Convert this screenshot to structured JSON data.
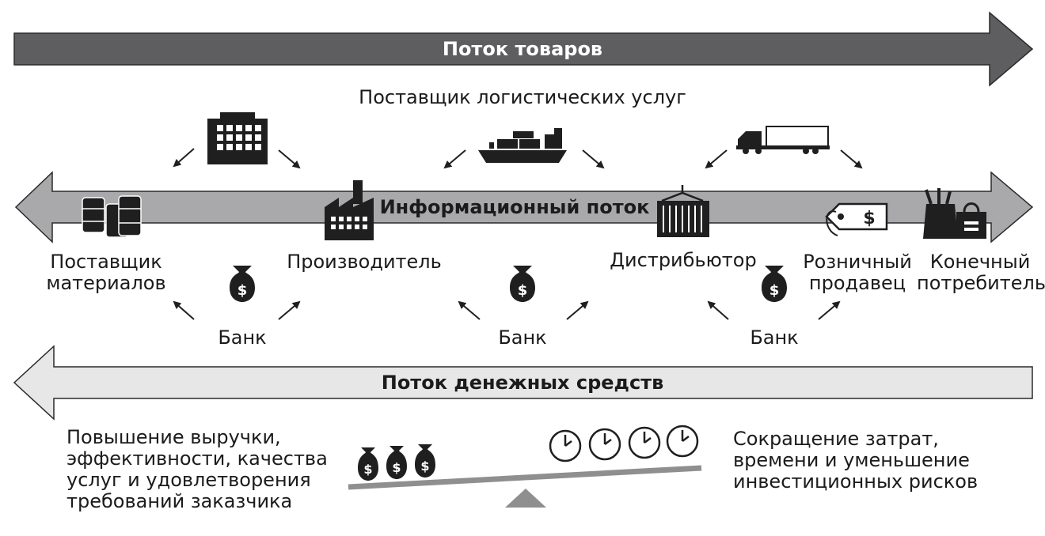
{
  "flows": {
    "goods": "Поток товаров",
    "info": "Информационный поток",
    "money": "Поток денежных средств"
  },
  "logistics_provider": "Поставщик логистических услуг",
  "nodes": {
    "supplier": "Поставщик\nматериалов",
    "manufacturer": "Производитель",
    "distributor": "Дистрибьютор",
    "retailer": "Розничный\nпродавец",
    "consumer": "Конечный\nпотребитель"
  },
  "banks": [
    "Банк",
    "Банк",
    "Банк"
  ],
  "icons": {
    "dollar_symbol": "$"
  },
  "benefits_left": "Повышение выручки,\nэффективности, качества\nуслуг и удовлетворения\nтребований заказчика",
  "benefits_right": "Сокращение затрат,\nвремени и уменьшение\nинвестиционных рисков",
  "colors": {
    "goods_arrow": "#5e5e60",
    "info_arrow": "#a9a9ab",
    "money_arrow": "#e7e7e8",
    "icon_dark": "#1f1f1f",
    "scale_gray": "#8f8f90"
  }
}
